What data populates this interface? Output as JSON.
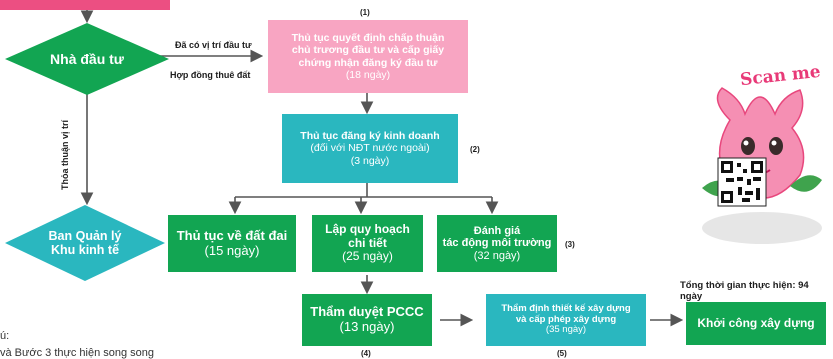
{
  "colors": {
    "pink": "#ec4f82",
    "pink_light": "#f8a5c2",
    "teal": "#2ab7bf",
    "green": "#12a552",
    "arrow": "#555555"
  },
  "nodes": {
    "investor": "Nhà đầu tư",
    "mza": [
      "Ban Quản lý",
      "Khu kinh tế"
    ],
    "step1": {
      "num": "(1)",
      "title": [
        "Thủ tục quyết định chấp thuận",
        "chủ trương đầu tư và cấp giấy",
        "chứng nhận đăng ký đầu tư"
      ],
      "days": "(18 ngày)"
    },
    "step2": {
      "num": "(2)",
      "title": "Thủ tục đăng ký kinh doanh",
      "note": "(đối với NĐT nước ngoài)",
      "days": "(3 ngày)"
    },
    "land": {
      "title": "Thủ tục về đất đai",
      "days": "(15 ngày)"
    },
    "plan": {
      "title": [
        "Lập quy hoạch",
        "chi tiết"
      ],
      "days": "(25 ngày)"
    },
    "env": {
      "num": "(3)",
      "title": [
        "Đánh giá",
        "tác động môi trường"
      ],
      "days": "(32 ngày)"
    },
    "pccc": {
      "num": "(4)",
      "title": "Thẩm duyệt PCCC",
      "days": "(13 ngày)"
    },
    "design": {
      "num": "(5)",
      "title": [
        "Thẩm định thiết kế xây dựng",
        "và cấp phép xây dựng"
      ],
      "days": "(35 ngày)"
    },
    "start": {
      "title": "Khởi công xây dựng"
    }
  },
  "edges": {
    "has_location": "Đã có vị trí đầu tư",
    "lease": "Hợp đồng thuê đất",
    "location_agreement": "Thỏa thuận vị trí"
  },
  "total": "Tổng thời gian thực hiện: 94 ngày",
  "notes": [
    "ú:",
    "và Bước 3 thực hiện song song"
  ],
  "scan": "Scan me"
}
